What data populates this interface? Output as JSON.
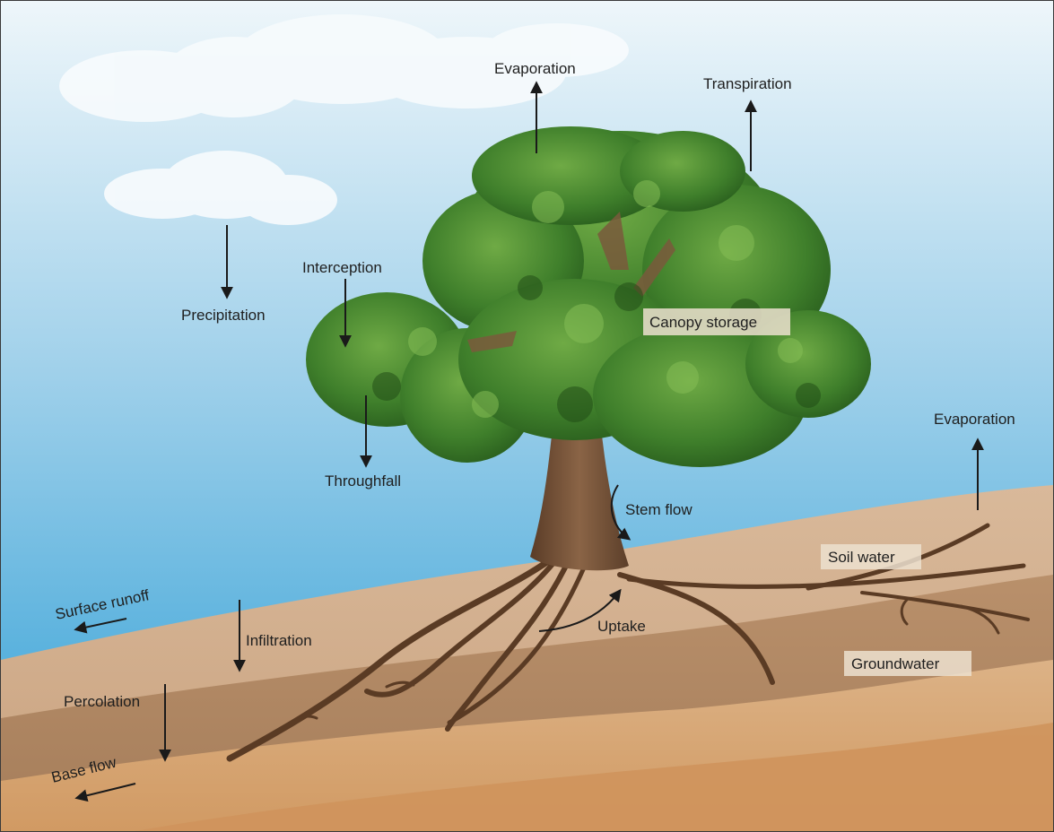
{
  "labels": {
    "evaporation_top": "Evaporation",
    "transpiration": "Transpiration",
    "interception": "Interception",
    "precipitation": "Precipitation",
    "canopy_storage": "Canopy storage",
    "throughfall": "Throughfall",
    "evaporation_right": "Evaporation",
    "stem_flow": "Stem flow",
    "soil_water": "Soil water",
    "surface_runoff": "Surface runoff",
    "infiltration": "Infiltration",
    "uptake": "Uptake",
    "groundwater": "Groundwater",
    "percolation": "Percolation",
    "base_flow": "Base flow"
  },
  "colors": {
    "sky_top": "#e9f3f8",
    "sky_bottom": "#3da6d8",
    "soil_light": "#d8b493",
    "soil_mid": "#c4a07a",
    "soil_deep": "#d7a06c",
    "foliage": "#3f7f2b",
    "trunk": "#6b4a31",
    "arrow": "#1a1a1a"
  }
}
